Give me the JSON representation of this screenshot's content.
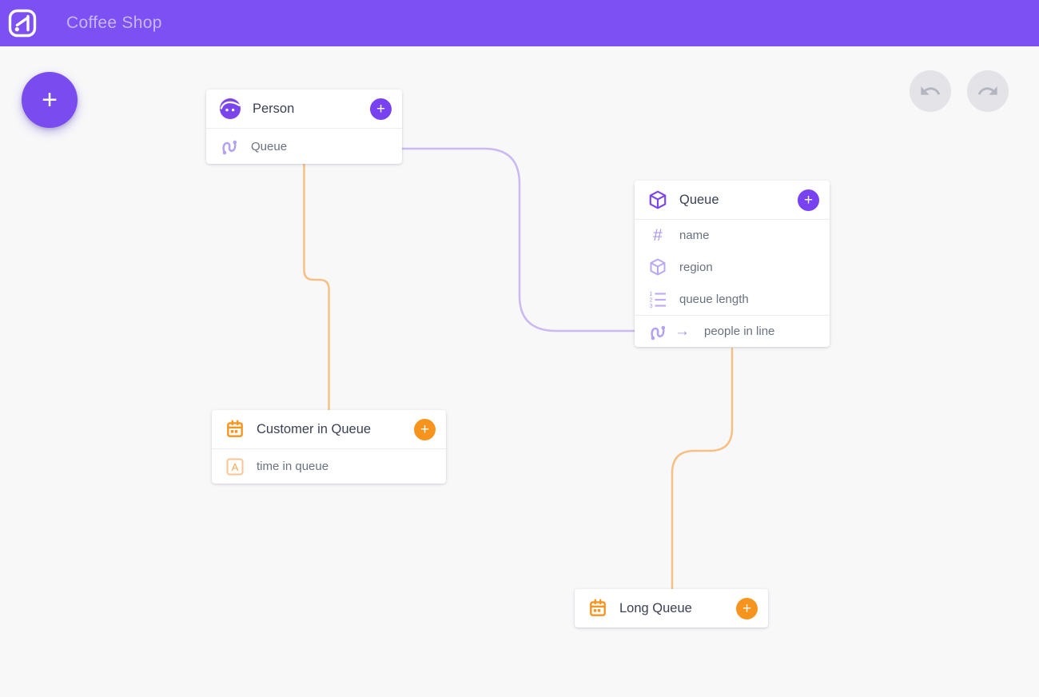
{
  "app": {
    "title": "Coffee Shop"
  },
  "glyphs": {
    "plus": "+",
    "hash": "#",
    "arrow": "→"
  },
  "colors": {
    "topbar": "#7C50F2",
    "purple_accent": "#7842F1",
    "orange_accent": "#F7941E",
    "edge_purple": "#CBB9F2",
    "edge_orange": "#F8BF85",
    "canvas": "#F8F8F9"
  },
  "icons": {
    "logo": "k-logo",
    "fab": "plus-icon",
    "undo": "undo-arrow-icon",
    "redo": "redo-arrow-icon"
  },
  "nodes": {
    "person": {
      "title": "Person",
      "icon": "face-icon",
      "accent": "purple",
      "rows": {
        "queue": {
          "label": "Queue",
          "icon": "path-icon"
        }
      }
    },
    "queue": {
      "title": "Queue",
      "icon": "cube-icon",
      "accent": "purple",
      "rows": {
        "name": {
          "label": "name",
          "icon": "hash-icon"
        },
        "region": {
          "label": "region",
          "icon": "cube-icon"
        },
        "queue_length": {
          "label": "queue length",
          "icon": "ordered-list-icon"
        },
        "people_in_line": {
          "label": "people in line",
          "icon": "path-icon",
          "arrow": "→"
        }
      }
    },
    "customer_in_queue": {
      "title": "Customer in Queue",
      "icon": "calendar-icon",
      "accent": "orange",
      "rows": {
        "time_in_queue": {
          "label": "time in queue",
          "icon": "letter-a-icon"
        }
      }
    },
    "long_queue": {
      "title": "Long Queue",
      "icon": "calendar-icon",
      "accent": "orange",
      "rows": {}
    }
  },
  "edges": [
    {
      "from": "person.queue",
      "to": "queue.people_in_line",
      "color": "#CBB9F2"
    },
    {
      "from": "person",
      "to": "customer_in_queue",
      "color": "#F8BF85"
    },
    {
      "from": "queue",
      "to": "long_queue",
      "color": "#F8BF85"
    }
  ]
}
